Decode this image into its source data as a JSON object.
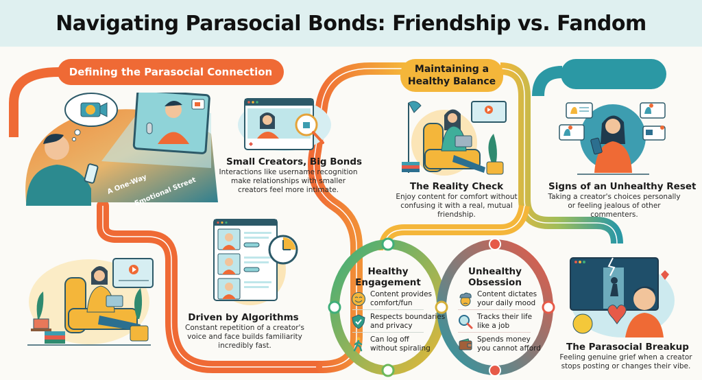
{
  "header": {
    "title": "Navigating Parasocial Bonds: Friendship vs. Fandom"
  },
  "colors": {
    "header_bg": "#dff0f0",
    "orange": "#ef6a35",
    "yellow": "#f4b63a",
    "teal": "#2b98a4",
    "green": "#3fae7a",
    "red": "#e65a48"
  },
  "sections": {
    "defining": {
      "pill_label": "Defining the Parasocial Connection",
      "hero": {
        "label_line1": "A One-Way",
        "label_line2": "Emotional Street",
        "icons": [
          "person-with-phone-icon",
          "thought-bubble-camera-icon",
          "creator-screen-icon",
          "microphone-icon",
          "video-camera-icon"
        ]
      },
      "cards": [
        {
          "title": "Small Creators, Big Bonds",
          "description": "Interactions like username recognition make relationships with smaller creators feel more intimate.",
          "icon": "browser-creator-waving-icon"
        },
        {
          "title": "Driven by Algorithms",
          "description": "Constant repetition of a creator's voice and face builds familiarity incredibly fast.",
          "icon": "feed-with-clock-icon"
        }
      ],
      "lounge_icon": "woman-in-armchair-with-tablet-icon"
    },
    "balance": {
      "pill_line1": "Maintaining a",
      "pill_line2": "Healthy Balance",
      "card": {
        "title": "The Reality Check",
        "description": "Enjoy content for comfort without confusing it with a real, mutual friendship.",
        "icon": "woman-reading-tablet-icon"
      }
    },
    "unhealthy": {
      "pill_label": "",
      "card": {
        "title": "Signs of an Unhealthy Reset",
        "description": "Taking a creator's choices personally or feeling jealous of other commenters.",
        "icon": "anxious-woman-notifications-icon"
      },
      "breakup": {
        "title": "The Parasocial Breakup",
        "description": "Feeling genuine grief when a creator stops posting or changes their vibe.",
        "icon": "crying-person-broken-heart-icon"
      }
    },
    "comparison": {
      "healthy": {
        "title_line1": "Healthy",
        "title_line2": "Engagement",
        "items": [
          {
            "icon": "smiley-icon",
            "line1": "Content provides",
            "line2": "comfort/fun"
          },
          {
            "icon": "shield-check-icon",
            "line1": "Respects boundaries",
            "line2": "and privacy"
          },
          {
            "icon": "walking-person-icon",
            "line1": "Can log off",
            "line2": "without spiraling"
          }
        ]
      },
      "unhealthy": {
        "title_line1": "Unhealthy",
        "title_line2": "Obsession",
        "items": [
          {
            "icon": "storm-cloud-face-icon",
            "line1": "Content dictates",
            "line2": "your daily mood"
          },
          {
            "icon": "magnifier-icon",
            "line1": "Tracks their life",
            "line2": "like a job"
          },
          {
            "icon": "wallet-icon",
            "line1": "Spends money",
            "line2": "you cannot afford"
          }
        ]
      }
    }
  }
}
